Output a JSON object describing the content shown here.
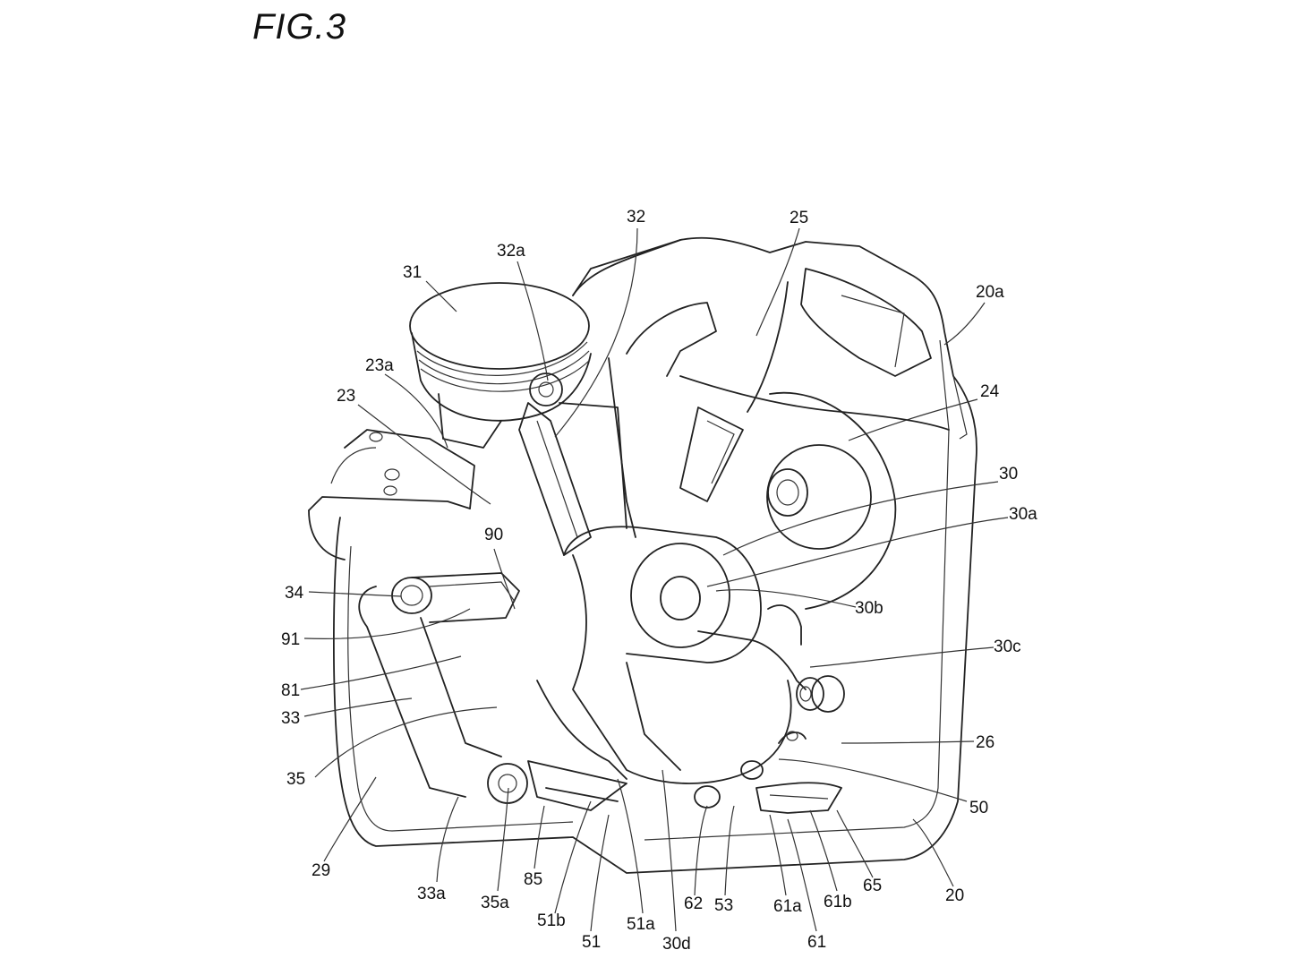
{
  "figure": {
    "title": "FIG.3"
  },
  "labels": {
    "l31": "31",
    "l32a": "32a",
    "l32": "32",
    "l25": "25",
    "l20a": "20a",
    "l23a": "23a",
    "l23": "23",
    "l24": "24",
    "l30": "30",
    "l30a": "30a",
    "l90": "90",
    "l34": "34",
    "l30b": "30b",
    "l91": "91",
    "l30c": "30c",
    "l81": "81",
    "l33": "33",
    "l26": "26",
    "l35": "35",
    "l50": "50",
    "l29": "29",
    "l20": "20",
    "l33a": "33a",
    "l35a": "35a",
    "l85": "85",
    "l51b": "51b",
    "l51": "51",
    "l51a": "51a",
    "l30d": "30d",
    "l62": "62",
    "l53": "53",
    "l61a": "61a",
    "l61": "61",
    "l61b": "61b",
    "l65": "65"
  }
}
